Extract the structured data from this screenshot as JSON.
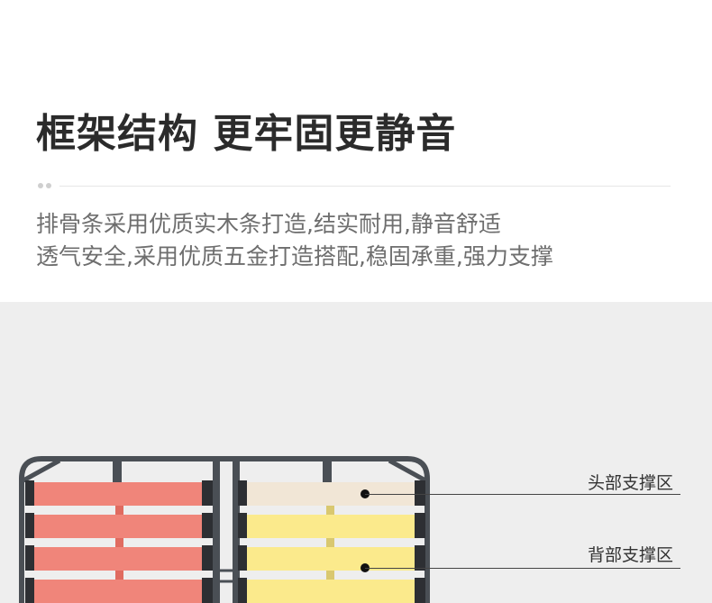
{
  "header": {
    "title": "框架结构 更牢固更静音",
    "description_lines": [
      "排骨条采用优质实木条打造,结实耐用,静音舒适",
      "透气安全,采用优质五金打造搭配,稳固承重,强力支撑"
    ]
  },
  "diagram": {
    "callouts": [
      {
        "label": "头部支撑区"
      },
      {
        "label": "背部支撑区"
      }
    ],
    "colors": {
      "background": "#eeeeee",
      "frame": "#4a4f55",
      "left_slats": "#f0857a",
      "head_slat": "#f1e6d6",
      "right_slats": "#fbea8c"
    }
  }
}
